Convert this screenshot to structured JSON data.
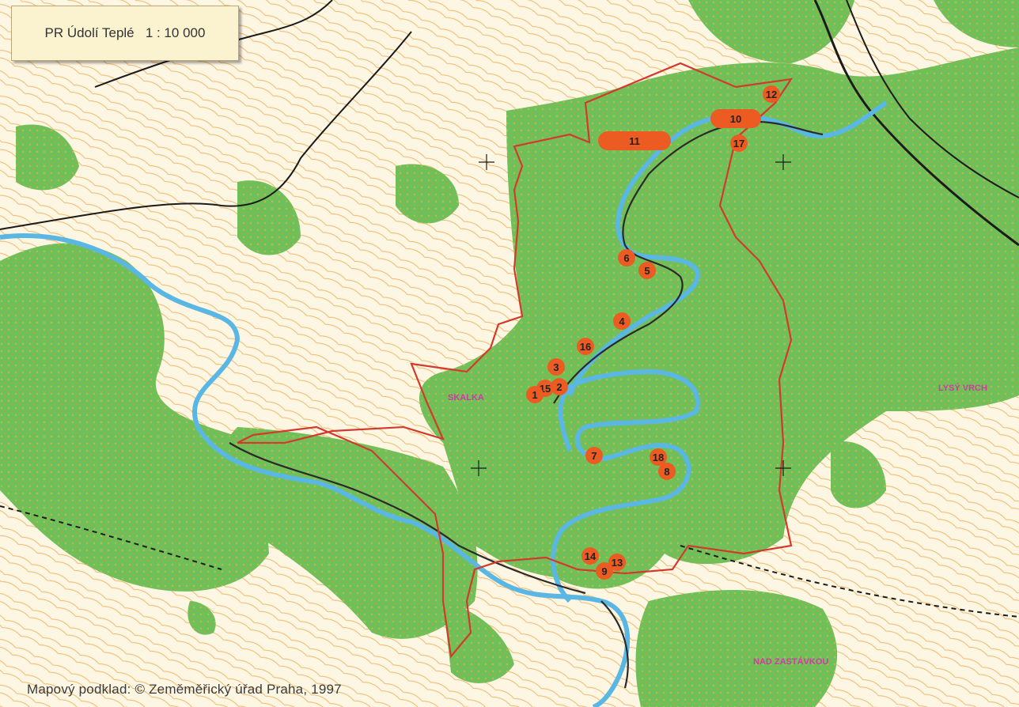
{
  "title": {
    "name": "PR Údolí Teplé",
    "scale": "1 : 10 000"
  },
  "attribution": "Mapový podklad: © Zeměměřický úřad Praha, 1997",
  "places": {
    "skalka": "SKALKA",
    "lysy_vrch": "LYSÝ VRCH",
    "nad_zastavkou": "NAD ZASTÁVKOU"
  },
  "markers": [
    "1",
    "2",
    "3",
    "4",
    "5",
    "6",
    "7",
    "8",
    "9",
    "10",
    "11",
    "12",
    "13",
    "14",
    "15",
    "16",
    "17",
    "18"
  ],
  "colors": {
    "paper": "#fdf6e3",
    "forest": "#6ec15a",
    "forest_dark": "#58ad4a",
    "contour": "#e9a341",
    "river": "#5ab7e4",
    "road": "#1b1b1b",
    "boundary": "#d23a2c",
    "marker": "#ec5b22",
    "place_label": "#cf3aa6"
  }
}
